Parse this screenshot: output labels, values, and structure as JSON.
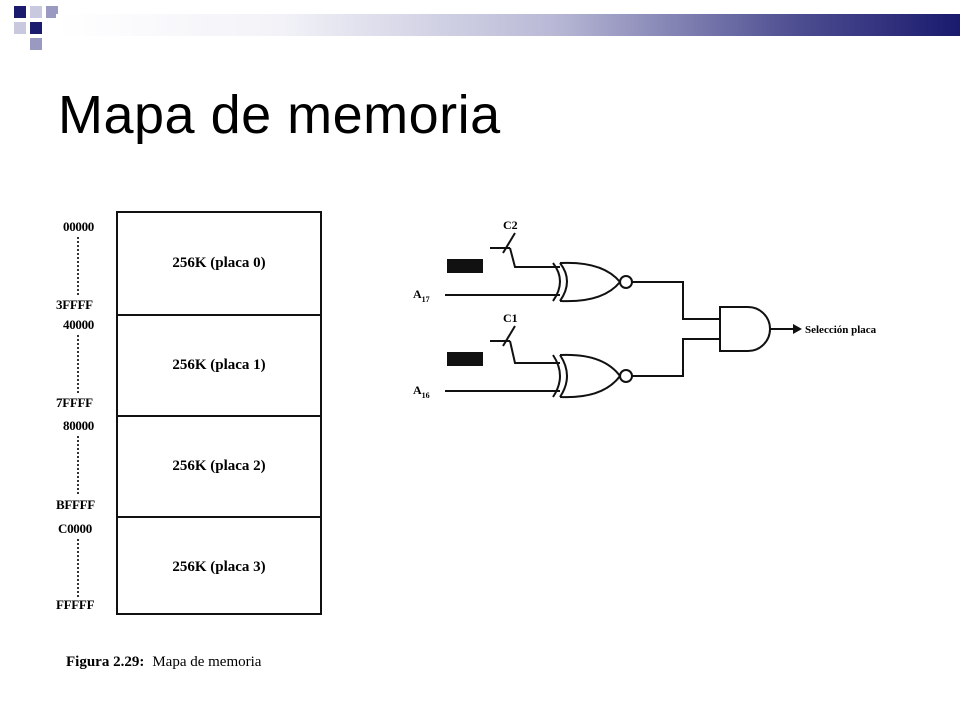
{
  "slide": {
    "title": "Mapa de memoria"
  },
  "memory_map": {
    "blocks": [
      {
        "label": "256K (placa 0)",
        "start": "00000",
        "end": "3FFFF"
      },
      {
        "label": "256K (placa 1)",
        "start": "40000",
        "end": "7FFFF"
      },
      {
        "label": "256K (placa 2)",
        "start": "80000",
        "end": "BFFFF"
      },
      {
        "label": "256K (placa 3)",
        "start": "C0000",
        "end": "FFFFF"
      }
    ]
  },
  "figure_caption": {
    "number": "Figura 2.29:",
    "text": "Mapa de memoria"
  },
  "circuit": {
    "switch_top": "C2",
    "switch_bottom": "C1",
    "input_top": "A",
    "input_top_sub": "17",
    "input_bottom": "A",
    "input_bottom_sub": "16",
    "output": "Selección placa"
  },
  "colors": {
    "accent": "#1a1a6e",
    "accent_light": "#9999c2"
  }
}
